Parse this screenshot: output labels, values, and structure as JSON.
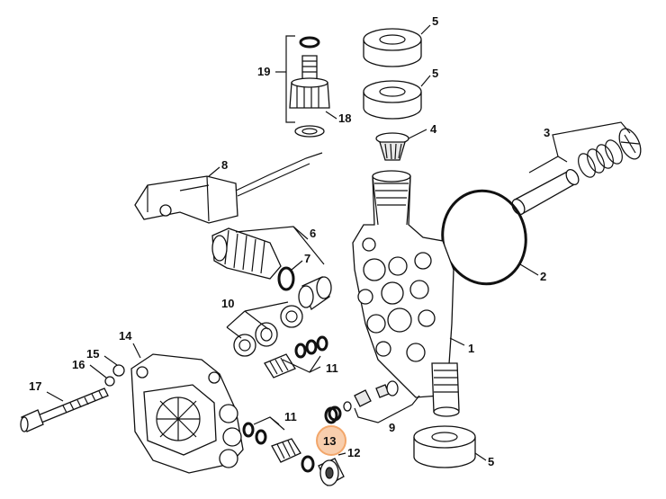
{
  "diagram": {
    "labels": {
      "p1": "1",
      "p2": "2",
      "p3": "3",
      "p4": "4",
      "p5a": "5",
      "p5b": "5",
      "p5c": "5",
      "p6": "6",
      "p7": "7",
      "p8": "8",
      "p9": "9",
      "p10": "10",
      "p11a": "11",
      "p11b": "11",
      "p12": "12",
      "p13": "13",
      "p14": "14",
      "p15": "15",
      "p16": "16",
      "p17": "17",
      "p18": "18",
      "p19": "19"
    },
    "highlight": {
      "label": "13",
      "color": "#f2a66a"
    }
  }
}
